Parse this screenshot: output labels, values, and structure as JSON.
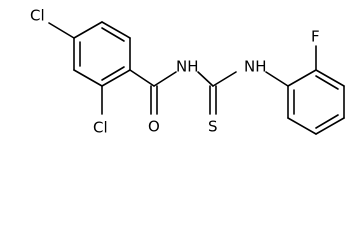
{
  "molecule": {
    "atoms": {
      "cl_top": "Cl",
      "cl_bottom": "Cl",
      "oxygen": "O",
      "nh_amide": "NH",
      "sulfur": "S",
      "nh_aryl": "NH",
      "fluorine": "F"
    }
  }
}
